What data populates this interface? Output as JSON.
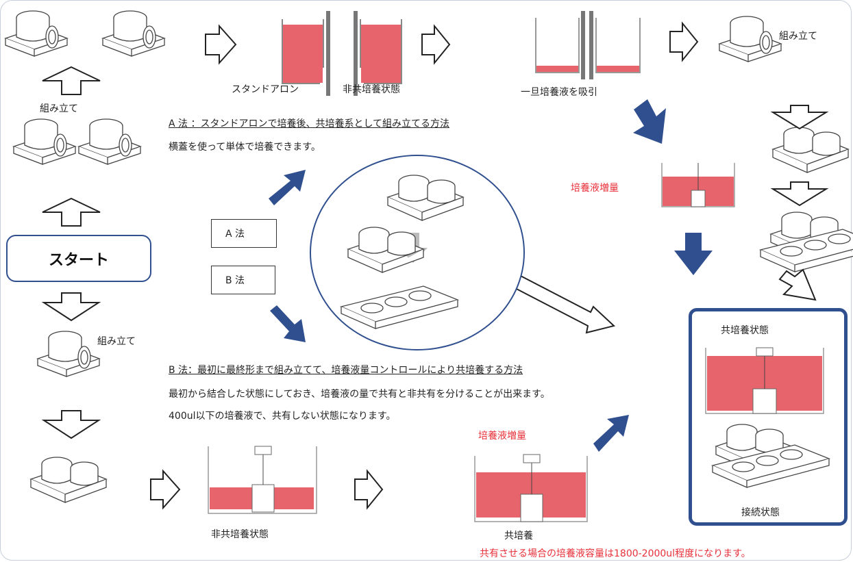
{
  "start": {
    "label": "スタート"
  },
  "method_boxes": {
    "a": "A 法",
    "b": "B 法"
  },
  "method_a": {
    "title": "A 法 ：スタンドアロンで培養後、共培養系として組み立てる方法",
    "desc": "横蓋を使って単体で培養できます。"
  },
  "method_b": {
    "title": "B 法：最初に最終形まで組み立てて、培養液量コントロールにより共培養する方法",
    "desc1": "最初から結合した状態にしておき、培養液の量で共有と非共有を分けることが出来ます。",
    "desc2": "400ul以下の培養液で、共有しない状態になります。"
  },
  "labels": {
    "assemble_top_left": "組み立て",
    "assemble_top_right": "組み立て",
    "assemble_bottom": "組み立て",
    "standalone": "スタンドアロン",
    "non_coculture_top": "非共培養状態",
    "aspirate": "一旦培養液を吸引",
    "increase_top": "培養液増量",
    "increase_bottom": "培養液増量",
    "non_coculture_bottom": "非共培養状態",
    "coculture": "共培養",
    "coculture_state": "共培養状態",
    "connected_state": "接続状態",
    "footnote": "共有させる場合の培養液容量は1800-2000ul程度になります。"
  },
  "colors": {
    "medium": "#e8646c",
    "accent": "#2f4f8f",
    "note": "#e8303a"
  }
}
